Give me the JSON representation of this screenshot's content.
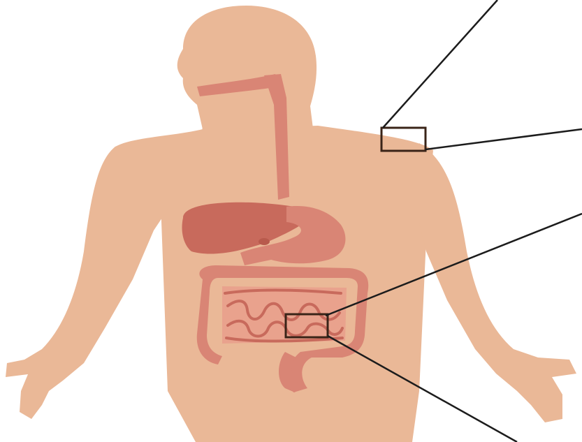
{
  "diagram": {
    "colors": {
      "background": "#ffffff",
      "skin": "#eab897",
      "organ_dark": "#c86a5c",
      "organ_mid": "#d98575",
      "organ_light": "#e9a28d",
      "organ_outline": "#efbfa6",
      "callout_line": "#1c1c1c",
      "callout_box": "#3a2418"
    },
    "shapes": [
      "human-torso-silhouette",
      "esophagus",
      "liver",
      "stomach",
      "large-intestine",
      "small-intestine"
    ],
    "callouts": [
      {
        "name": "shoulder-skin-callout",
        "lines": 2
      },
      {
        "name": "small-intestine-callout",
        "lines": 2
      }
    ]
  }
}
